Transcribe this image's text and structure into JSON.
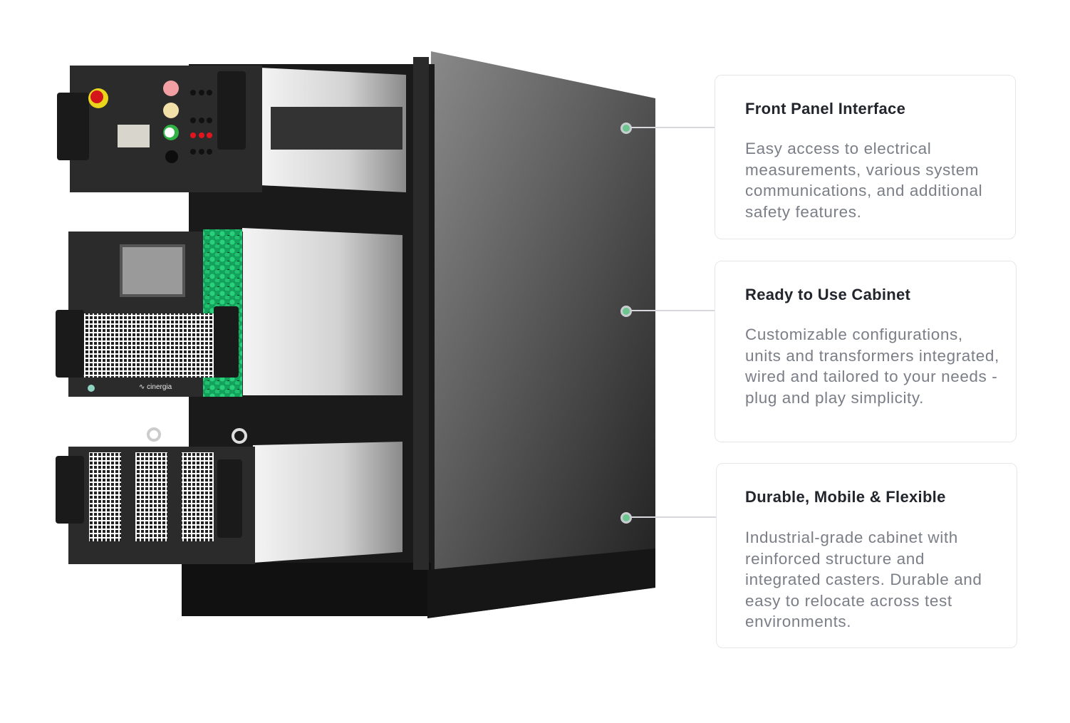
{
  "brand": "cinergia",
  "accent_color": "#6cc48e",
  "features": [
    {
      "title": "Front Panel Interface",
      "body": "Easy access to electrical measurements, various system communications, and additional safety features."
    },
    {
      "title": "Ready to Use Cabinet",
      "body": "Customizable configurations, units and transformers integrated, wired and tailored to your needs - plug and play simplicity."
    },
    {
      "title": "Durable, Mobile & Flexible",
      "body": "Industrial-grade cabinet with reinforced structure and integrated casters. Durable and easy to relocate across test environments."
    }
  ]
}
